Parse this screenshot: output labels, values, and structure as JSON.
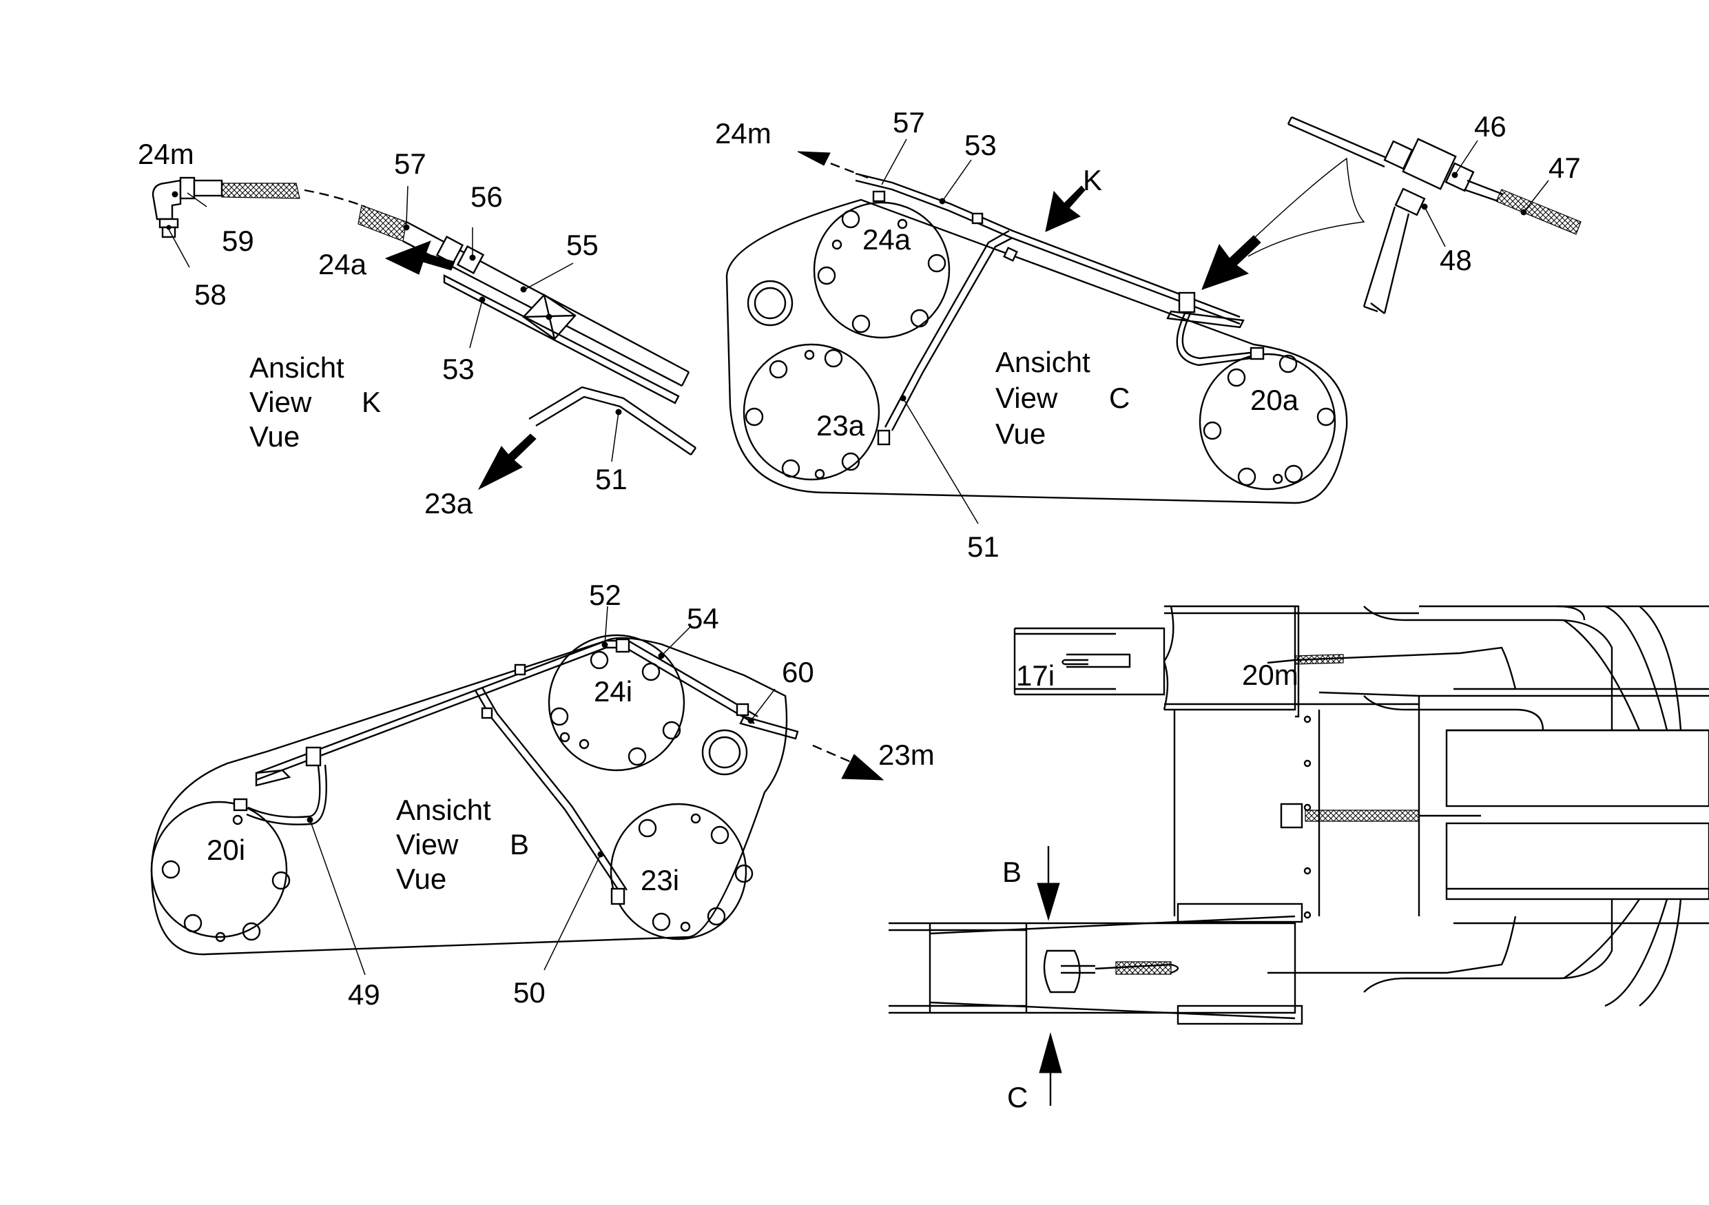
{
  "figure": {
    "view_k": {
      "caption": [
        "Ansicht",
        "View",
        "Vue"
      ],
      "caption_letter": "K",
      "labels": {
        "r24m": "24m",
        "r57": "57",
        "r56": "56",
        "r59": "59",
        "r58": "58",
        "r24a": "24a",
        "r55": "55",
        "r53": "53",
        "r23a": "23a",
        "r51": "51"
      }
    },
    "view_c": {
      "caption": [
        "Ansicht",
        "View",
        "Vue"
      ],
      "caption_letter": "C",
      "labels": {
        "r24m": "24m",
        "r57": "57",
        "r53": "53",
        "rK": "K",
        "r24a": "24a",
        "r23a": "23a",
        "r20a": "20a",
        "r51": "51"
      }
    },
    "detail": {
      "labels": {
        "r46": "46",
        "r47": "47",
        "r48": "48"
      }
    },
    "view_b": {
      "caption": [
        "Ansicht",
        "View",
        "Vue"
      ],
      "caption_letter": "B",
      "labels": {
        "r52": "52",
        "r54": "54",
        "r60": "60",
        "r23m": "23m",
        "r24i": "24i",
        "r20i": "20i",
        "r23i": "23i",
        "r49": "49",
        "r50": "50"
      }
    },
    "plan": {
      "labels": {
        "r17i": "17i",
        "r20m": "20m",
        "rB": "B",
        "rC": "C"
      }
    }
  }
}
